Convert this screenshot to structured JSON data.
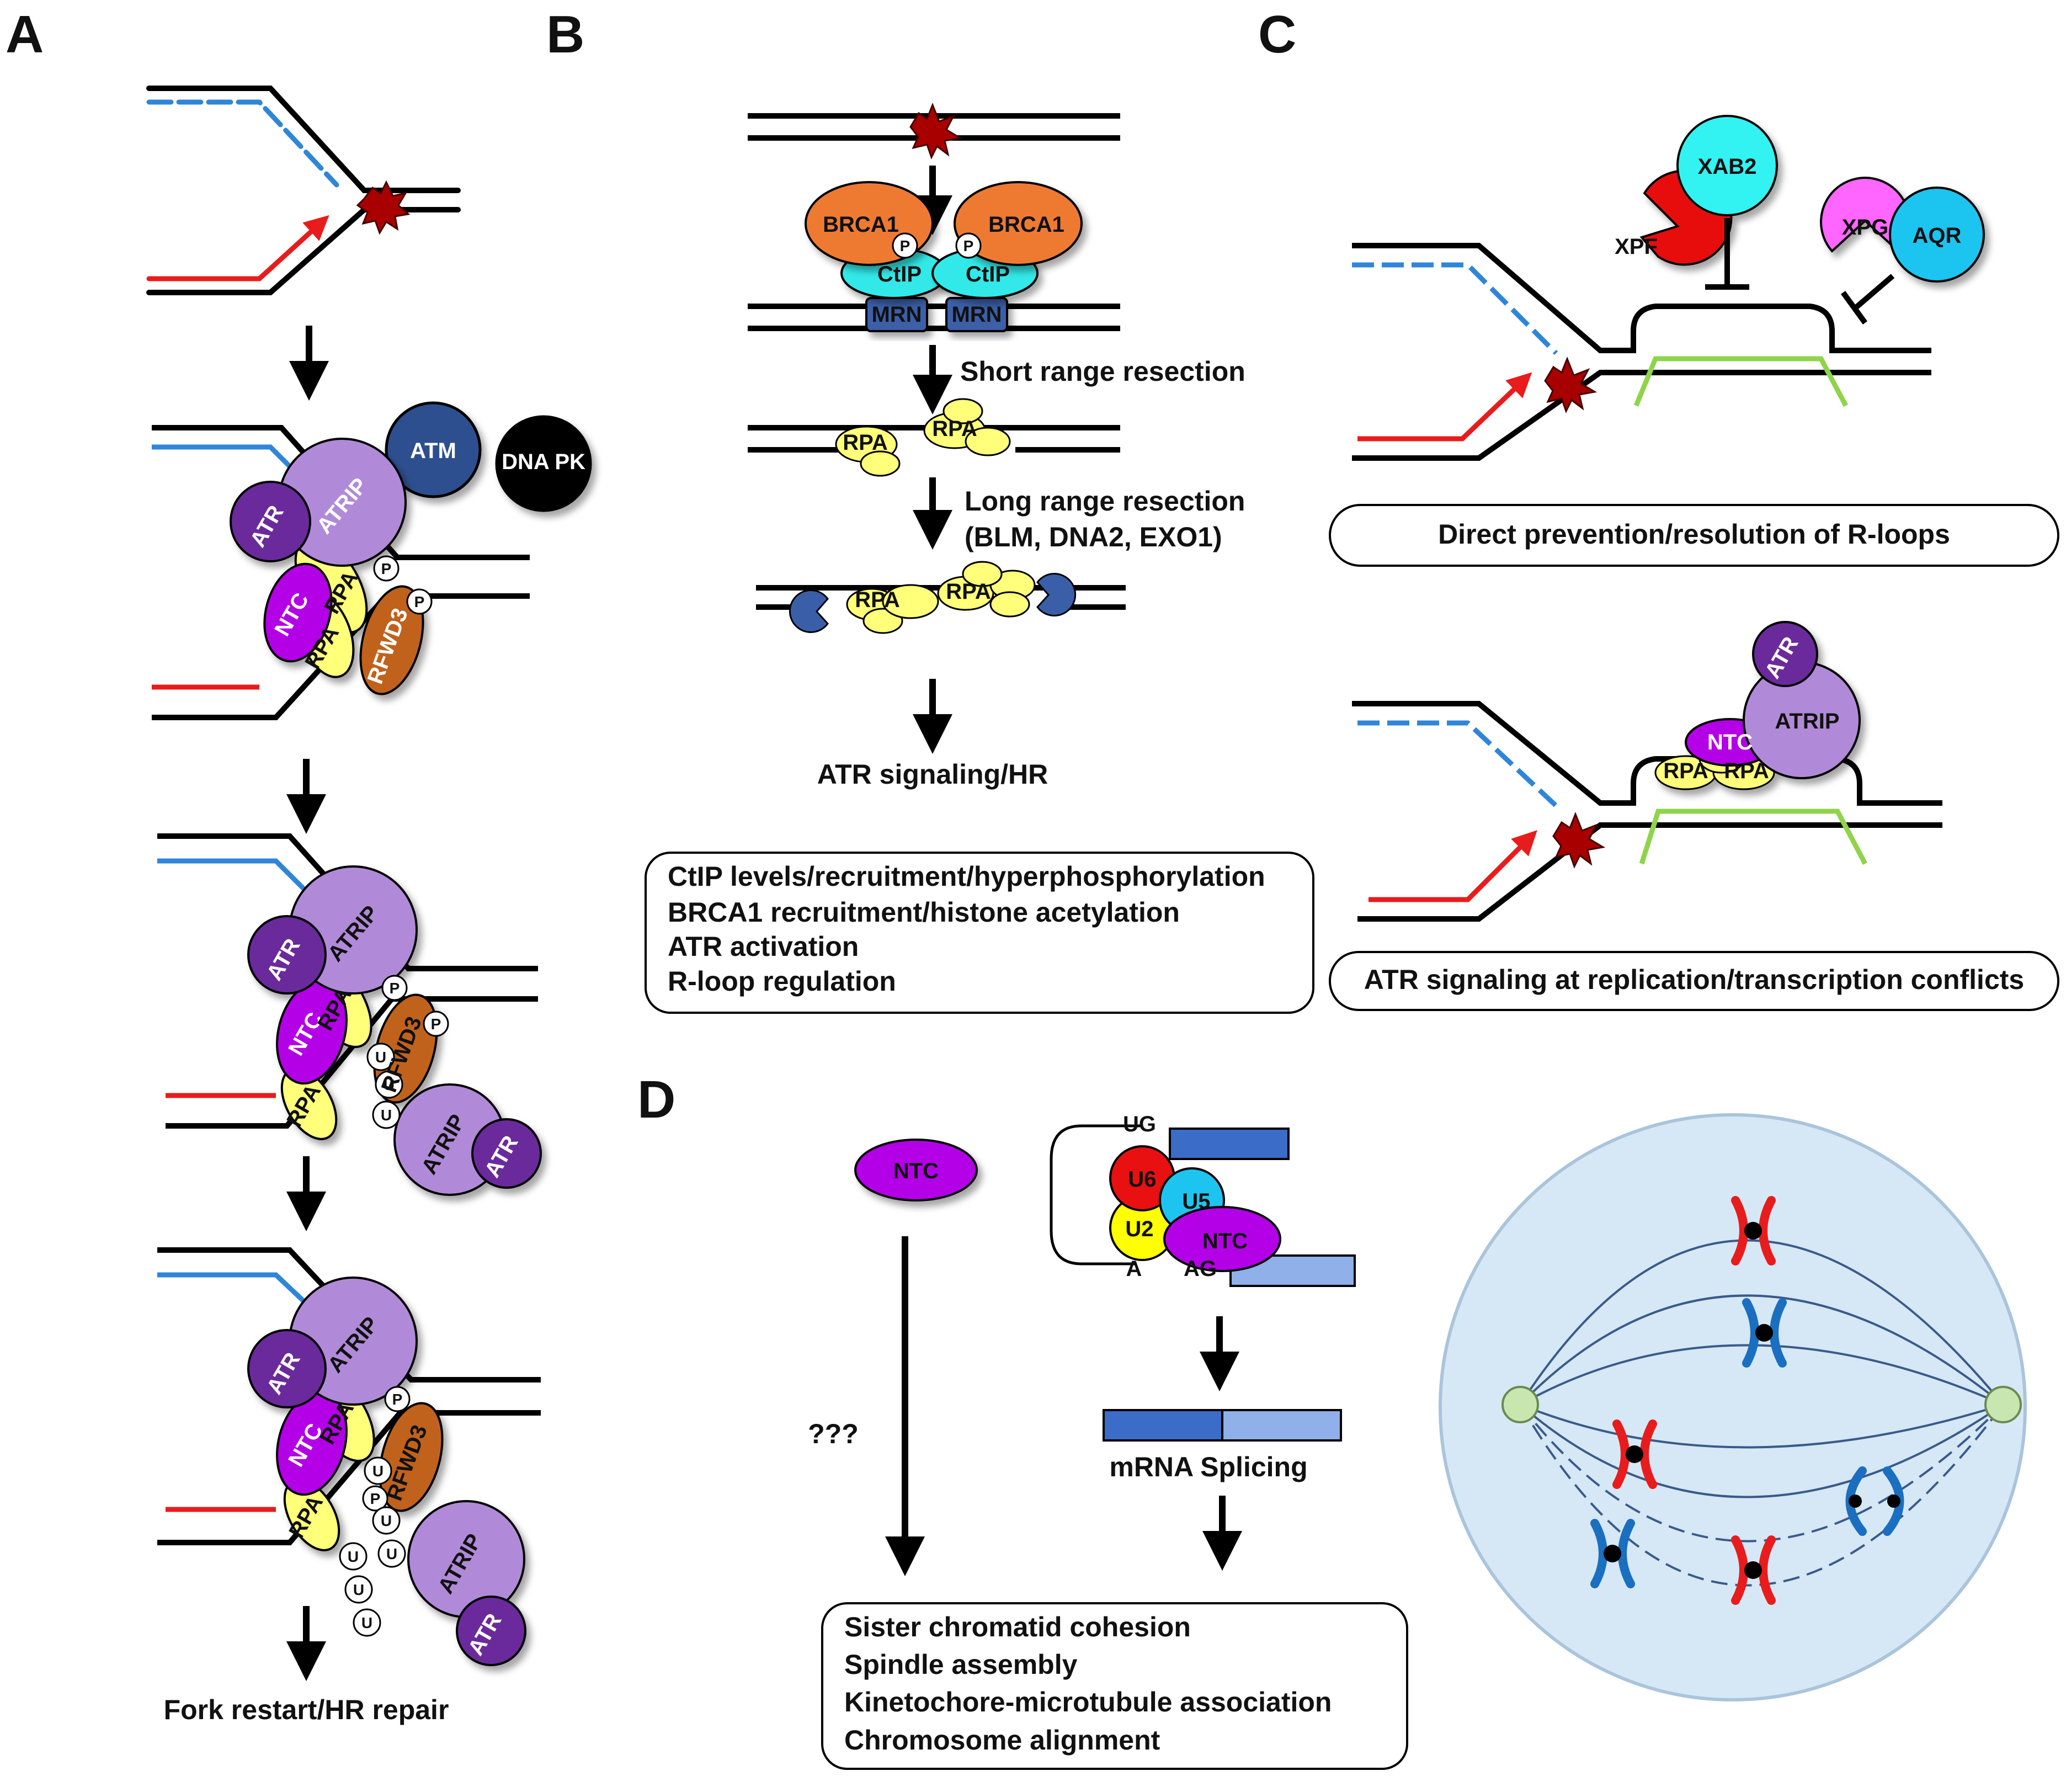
{
  "panels": {
    "A": {
      "label": "A",
      "kinases": [
        "ATM",
        "DNA PK"
      ],
      "proteins": {
        "atr": "ATR",
        "atrip": "ATRIP",
        "ntc": "NTC",
        "rpa": "RPA",
        "rfwd3": "RFWD3",
        "p": "P",
        "u": "U"
      },
      "outcome": "Fork restart/HR repair"
    },
    "B": {
      "label": "B",
      "proteins": {
        "brca1": "BRCA1",
        "ctip": "CtIP",
        "mrn": "MRN",
        "rpa": "RPA",
        "p": "P"
      },
      "step1": "Short range resection",
      "step2_line1": "Long range resection",
      "step2_line2": "(BLM, DNA2, EXO1)",
      "outcome": "ATR signaling/HR",
      "box_lines": [
        "CtIP levels/recruitment/hyperphosphorylation",
        "BRCA1 recruitment/histone acetylation",
        "ATR activation",
        "R-loop regulation"
      ]
    },
    "C": {
      "label": "C",
      "proteins": {
        "xpf": "XPF",
        "xab2": "XAB2",
        "xpg": "XPG",
        "aqr": "AQR",
        "atr": "ATR",
        "atrip": "ATRIP",
        "ntc": "NTC",
        "rpa": "RPA"
      },
      "box1": "Direct prevention/resolution of R-loops",
      "box2": "ATR signaling at replication/transcription conflicts"
    },
    "D": {
      "label": "D",
      "ntc": "NTC",
      "unknown": "???",
      "snrnps": {
        "u6": "U6",
        "u5": "U5",
        "u2": "U2",
        "ntc": "NTC"
      },
      "splice_sites": {
        "ug": "UG",
        "a": "A",
        "ag": "AG"
      },
      "splicing_label": "mRNA Splicing",
      "box_lines": [
        "Sister chromatid cohesion",
        "Spindle assembly",
        "Kinetochore-microtubule association",
        "Chromosome alignment"
      ]
    }
  },
  "colors": {
    "atr": "#6a2c9c",
    "atrip": "#b08ad8",
    "ntc": "#b300e6",
    "rpa": "#ffff7a",
    "rfwd3": "#c0621a",
    "brca1": "#ee7a30",
    "ctip": "#33e8e8",
    "mrn": "#3a5fa8",
    "atm": "#2f4f8f",
    "xpf": "#e81010",
    "xab2": "#33f2f2",
    "xpg": "#ff66ff",
    "aqr": "#1ec4f0",
    "nascent_leading": "#e81c1c",
    "nascent_lagging": "#2f86d8",
    "rloop_rna": "#8fd44a",
    "chromosome_red": "#e81c1c",
    "chromosome_blue": "#1a6fc0",
    "spindle_fill": "#d6e8f5"
  }
}
